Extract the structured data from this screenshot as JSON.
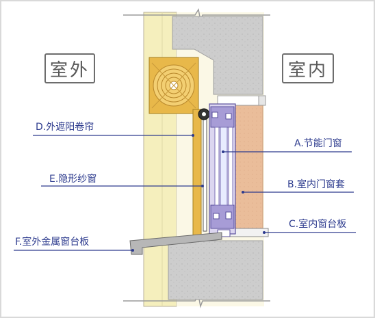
{
  "diagram": {
    "side_labels": {
      "outdoor": "室外",
      "indoor": "室内"
    },
    "components": {
      "a": "A.节能门窗",
      "b": "B.室内门窗套",
      "c": "C.室内窗台板",
      "d": "D.外遮阳卷帘",
      "e": "E.隐形纱窗",
      "f": "F.室外金属窗台板"
    },
    "colors": {
      "leader_line": "#2d3b8e",
      "label_text": "#2d3b8e",
      "wall_insulation": "#f5efbd",
      "concrete": "#cfcfcf",
      "interior_trim": "#eabd9a",
      "roller_shutter": "#e8b84a",
      "window_frame": "#7a6fb4"
    }
  }
}
